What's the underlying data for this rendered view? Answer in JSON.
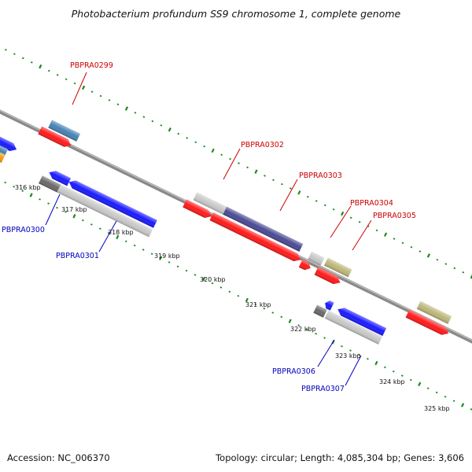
{
  "header": {
    "title": "Photobacterium profundum SS9 chromosome 1, complete genome"
  },
  "footer": {
    "accession": "Accession: NC_006370",
    "summary": "Topology: circular; Length: 4,085,304 bp; Genes: 3,606"
  },
  "map": {
    "kbp_ticks": [
      "316 kbp",
      "317 kbp",
      "318 kbp",
      "319 kbp",
      "320 kbp",
      "321 kbp",
      "322 kbp",
      "323 kbp",
      "324 kbp",
      "325 kbp"
    ],
    "gene_labels": [
      {
        "id": "PBPRA0299",
        "text": "PBPRA0299",
        "strand": "forward"
      },
      {
        "id": "PBPRA0300",
        "text": "PBPRA0300",
        "strand": "reverse"
      },
      {
        "id": "PBPRA0301",
        "text": "PBPRA0301",
        "strand": "reverse"
      },
      {
        "id": "PBPRA0302",
        "text": "PBPRA0302",
        "strand": "forward"
      },
      {
        "id": "PBPRA0303",
        "text": "PBPRA0303",
        "strand": "forward"
      },
      {
        "id": "PBPRA0304",
        "text": "PBPRA0304",
        "strand": "forward"
      },
      {
        "id": "PBPRA0305",
        "text": "PBPRA0305",
        "strand": "forward"
      },
      {
        "id": "PBPRA0306",
        "text": "PBPRA0306",
        "strand": "reverse"
      },
      {
        "id": "PBPRA0307",
        "text": "PBPRA0307",
        "strand": "reverse"
      }
    ],
    "colors": {
      "forward_label": "#cc0000",
      "reverse_label": "#0000bb",
      "forward_gene": "#ff1a1a",
      "reverse_gene": "#1a1aff",
      "backbone": "#8a8a8a",
      "tick": "#1a8a1a",
      "gc_gray": "#c8c8c8",
      "gc_dark": "#6a6a6a",
      "cog_purple": "#4a4a94",
      "cog_olive": "#bdb77a",
      "cog_steel": "#4682b4",
      "cog_orange": "#f39c12"
    }
  }
}
